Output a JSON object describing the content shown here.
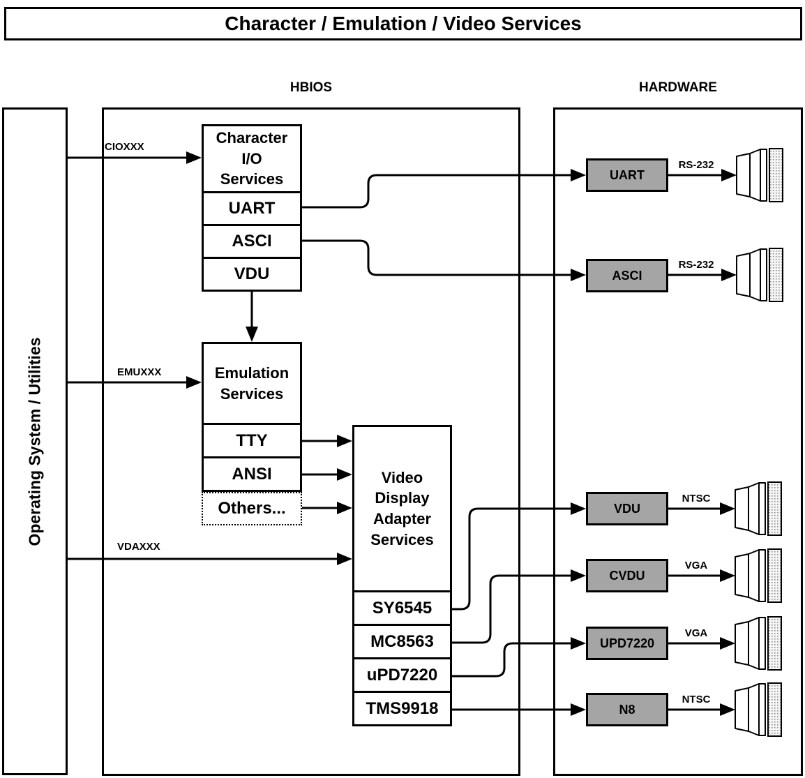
{
  "title": "Character / Emulation / Video Services",
  "sections": {
    "hbios": "HBIOS",
    "hardware": "HARDWARE"
  },
  "left_column": {
    "label": "Operating System / Utilities"
  },
  "flow_labels": {
    "cio": "CIOXXX",
    "emu": "EMUXXX",
    "vda": "VDAXXX"
  },
  "char_io": {
    "title": "Character\nI/O\nServices",
    "rows": [
      "UART",
      "ASCI",
      "VDU"
    ]
  },
  "emulation": {
    "title": "Emulation\nServices",
    "rows": [
      "TTY",
      "ANSI"
    ],
    "others": "Others..."
  },
  "vda": {
    "title": "Video\nDisplay\nAdapter\nServices",
    "rows": [
      "SY6545",
      "MC8563",
      "uPD7220",
      "TMS9918"
    ]
  },
  "hardware": {
    "boxes": [
      {
        "label": "UART",
        "bus": "RS-232"
      },
      {
        "label": "ASCI",
        "bus": "RS-232"
      },
      {
        "label": "VDU",
        "bus": "NTSC"
      },
      {
        "label": "CVDU",
        "bus": "VGA"
      },
      {
        "label": "UPD7220",
        "bus": "VGA"
      },
      {
        "label": "N8",
        "bus": "NTSC"
      }
    ]
  },
  "icons": {
    "connector": "video-display-connector-plug"
  }
}
